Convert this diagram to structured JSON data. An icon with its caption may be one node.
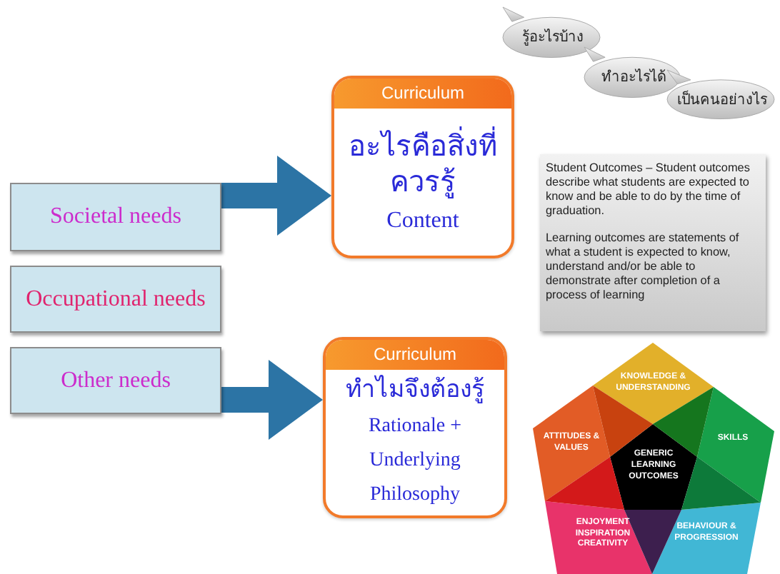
{
  "diagram": {
    "nodes": [
      {
        "text": [
          "รู้อะไรบ้าง"
        ]
      },
      {
        "text": [
          "ทำอะไรได้"
        ]
      },
      {
        "text": [
          "เป็นคนอย่างไร"
        ]
      },
      {
        "text": [
          "Curriculum",
          "อะไรคือสิ่งที่ควรรู้",
          "Content"
        ]
      },
      {
        "text": [
          "Societal needs"
        ]
      },
      {
        "text": [
          "Occupational needs"
        ]
      },
      {
        "text": [
          "Student Outcomes – Student outcomes describe what students are expected to know and be able to do by the time of graduation.",
          "Learning outcomes are statements of what a student is expected to know, understand and/or be able to demonstrate after completion of a process of learning"
        ]
      },
      {
        "text": [
          "Other needs"
        ]
      },
      {
        "text": [
          "Curriculum",
          "ทำไมจึงต้องรู้",
          "Rationale + Underlying Philosophy"
        ]
      },
      {
        "text": [
          "KNOWLEDGE & UNDERSTANDING"
        ]
      },
      {
        "text": [
          "ATTITUDES & VALUES"
        ]
      },
      {
        "text": [
          "SKILLS"
        ]
      },
      {
        "text": [
          "GENERIC LEARNING OUTCOMES"
        ]
      },
      {
        "text": [
          "ENJOYMENT INSPIRATION CREATIVITY"
        ]
      },
      {
        "text": [
          "BEHAVIOUR & PROGRESSION"
        ]
      }
    ],
    "edges": [
      {
        "from": 4,
        "to": 3,
        "arrow": "to"
      },
      {
        "from": 7,
        "to": 8,
        "arrow": "to"
      }
    ]
  }
}
